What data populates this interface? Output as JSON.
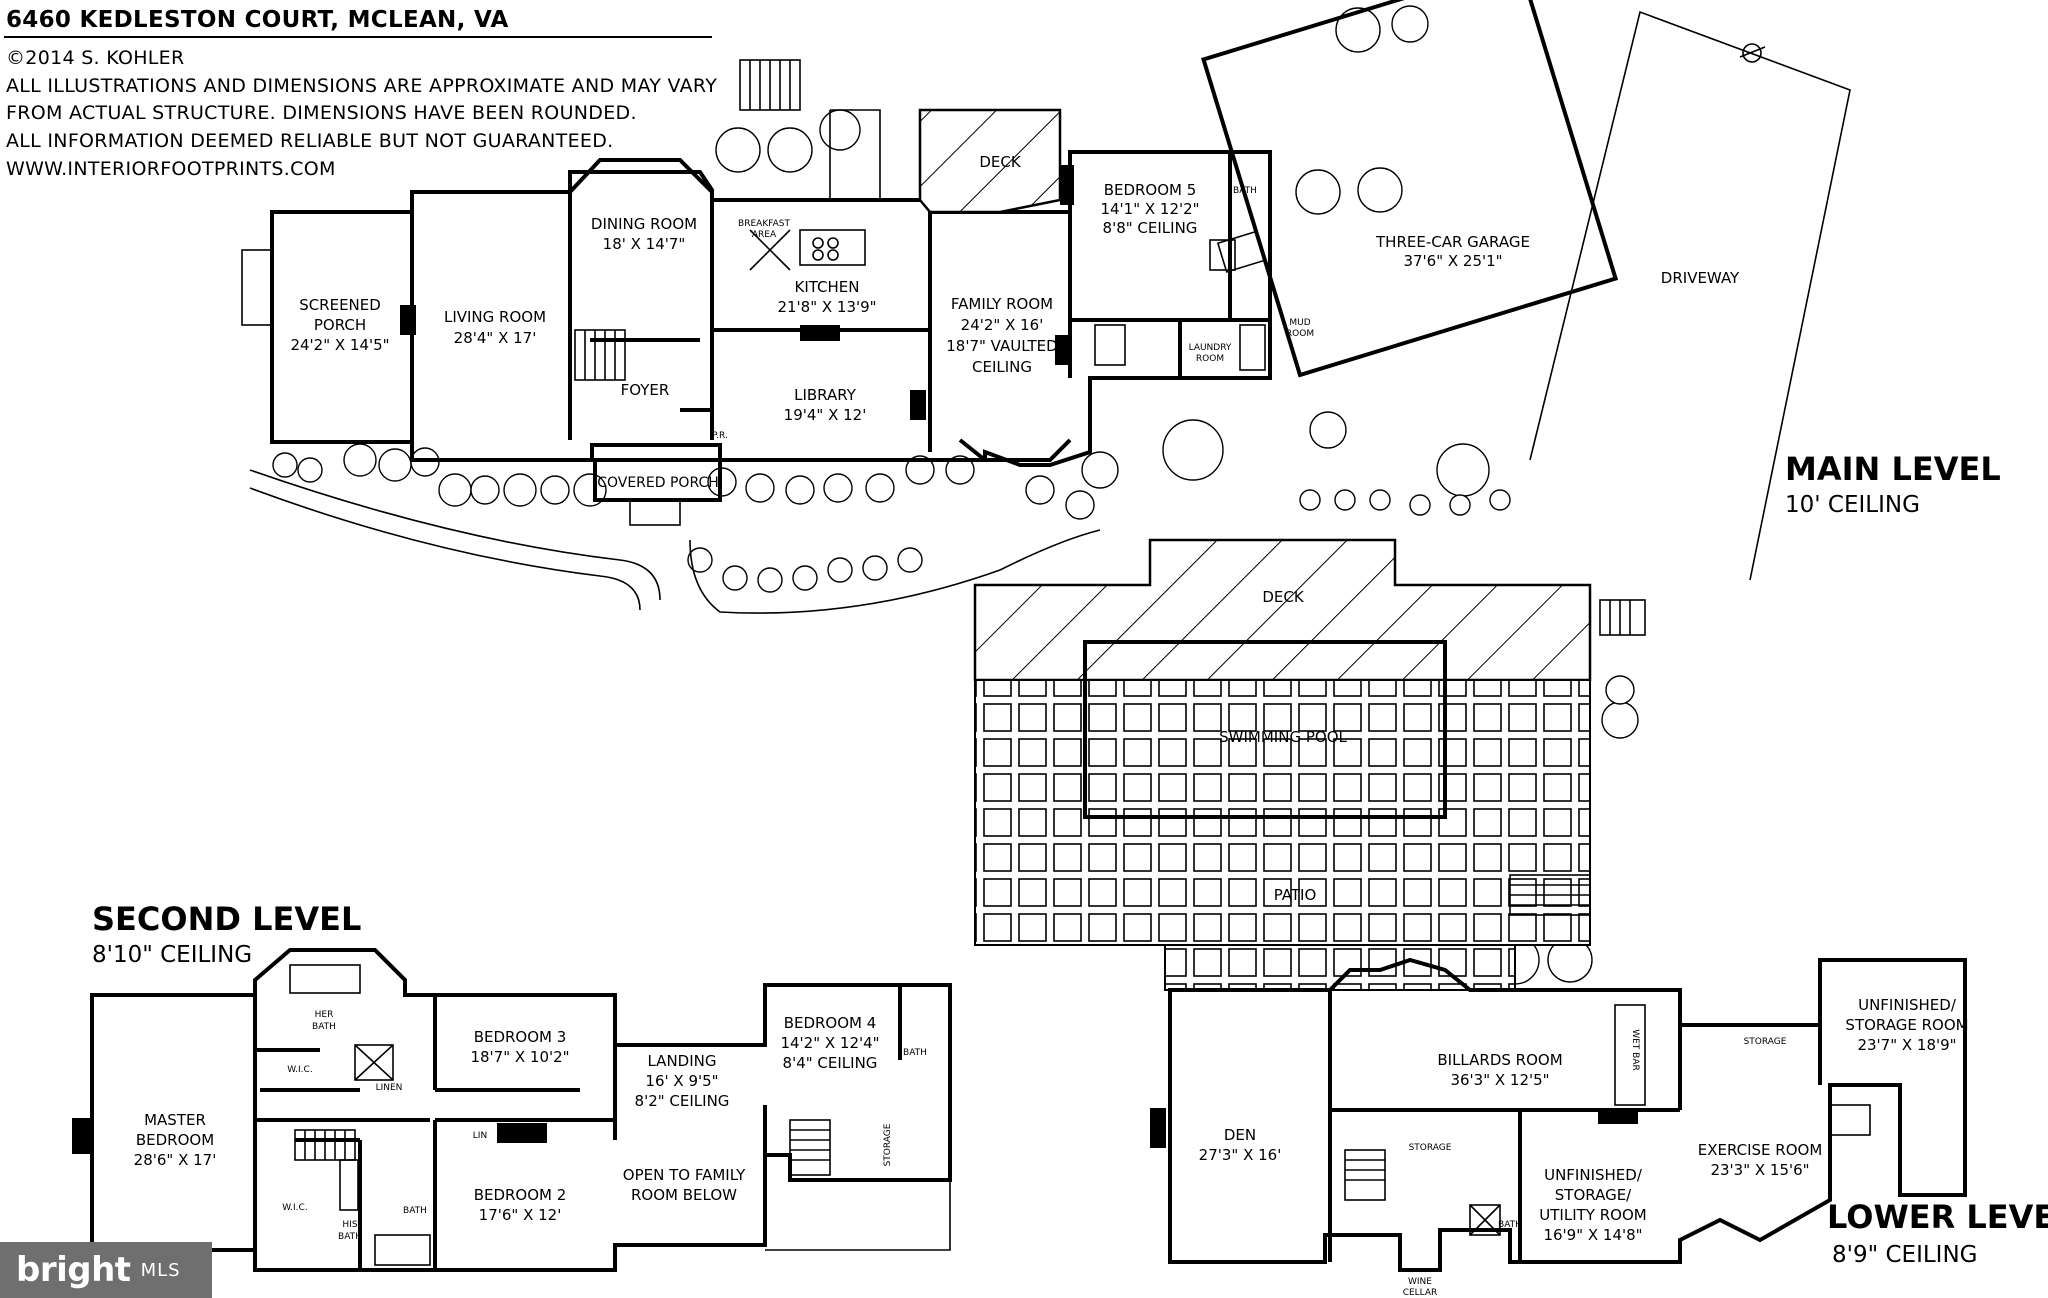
{
  "header": {
    "address": "6460 KEDLESTON COURT, MCLEAN, VA",
    "copyright": "©2014 S. KOHLER",
    "disclaimer_1": "ALL ILLUSTRATIONS AND DIMENSIONS ARE APPROXIMATE AND MAY VARY",
    "disclaimer_2": "FROM ACTUAL STRUCTURE. DIMENSIONS HAVE BEEN ROUNDED.",
    "disclaimer_3": "ALL INFORMATION DEEMED RELIABLE BUT NOT GUARANTEED.",
    "website": "WWW.INTERIORFOOTPRINTS.COM"
  },
  "levels": {
    "main": {
      "title": "MAIN LEVEL",
      "ceiling": "10' CEILING"
    },
    "second": {
      "title": "SECOND LEVEL",
      "ceiling": "8'10\" CEILING"
    },
    "lower": {
      "title": "LOWER LEVEL",
      "ceiling": "8'9\" CEILING"
    }
  },
  "main_rooms": {
    "screened_porch": {
      "name_1": "SCREENED",
      "name_2": "PORCH",
      "dims": "24'2\" X 14'5\""
    },
    "living_room": {
      "name": "LIVING ROOM",
      "dims": "28'4\" X 17'"
    },
    "dining_room": {
      "name": "DINING ROOM",
      "dims": "18' X 14'7\""
    },
    "breakfast_area": {
      "name_1": "BREAKFAST",
      "name_2": "AREA"
    },
    "kitchen": {
      "name": "KITCHEN",
      "dims": "21'8\" X 13'9\""
    },
    "family_room": {
      "name": "FAMILY ROOM",
      "dims": "24'2\" X 16'",
      "note_1": "18'7\" VAULTED",
      "note_2": "CEILING"
    },
    "deck": {
      "name": "DECK"
    },
    "bedroom_5": {
      "name": "BEDROOM 5",
      "dims": "14'1\" X 12'2\"",
      "note": "8'8\" CEILING"
    },
    "bath": {
      "name": "BATH"
    },
    "three_car_garage": {
      "name": "THREE-CAR GARAGE",
      "dims": "37'6\" X 25'1\""
    },
    "driveway": {
      "name": "DRIVEWAY"
    },
    "foyer": {
      "name": "FOYER"
    },
    "library": {
      "name": "LIBRARY",
      "dims": "19'4\" X 12'"
    },
    "covered_porch": {
      "name": "COVERED PORCH"
    },
    "laundry_room": {
      "name_1": "LAUNDRY",
      "name_2": "ROOM"
    },
    "mud_room": {
      "name_1": "MUD",
      "name_2": "ROOM"
    },
    "pr": {
      "name": "P.R."
    }
  },
  "outdoor": {
    "deck": "DECK",
    "swimming_pool": "SWIMMING POOL",
    "patio": "PATIO"
  },
  "second_rooms": {
    "master_bedroom": {
      "name_1": "MASTER",
      "name_2": "BEDROOM",
      "dims": "28'6\" X 17'"
    },
    "her_bath": {
      "name_1": "HER",
      "name_2": "BATH"
    },
    "wic": {
      "name": "W.I.C."
    },
    "linen": {
      "name": "LINEN"
    },
    "bedroom_3": {
      "name": "BEDROOM 3",
      "dims": "18'7\" X 10'2\""
    },
    "landing": {
      "name": "LANDING",
      "dims": "16' X 9'5\"",
      "note": "8'2\" CEILING"
    },
    "bedroom_4": {
      "name": "BEDROOM 4",
      "dims": "14'2\" X 12'4\"",
      "note": "8'4\" CEILING"
    },
    "bedroom_2": {
      "name": "BEDROOM 2",
      "dims": "17'6\" X 12'"
    },
    "open_to_family": {
      "name_1": "OPEN TO FAMILY",
      "name_2": "ROOM BELOW"
    },
    "his_bath": {
      "name_1": "HIS",
      "name_2": "BATH"
    },
    "bath": {
      "name": "BATH"
    },
    "storage": {
      "name": "STORAGE"
    },
    "lin": {
      "name": "LIN"
    }
  },
  "lower_rooms": {
    "den": {
      "name": "DEN",
      "dims": "27'3\" X 16'"
    },
    "billiards": {
      "name": "BILLARDS ROOM",
      "dims": "36'3\" X 12'5\""
    },
    "wet_bar": {
      "name": "WET BAR"
    },
    "storage_label": {
      "name": "STORAGE"
    },
    "unfinished_storage_room": {
      "name_1": "UNFINISHED/",
      "name_2": "STORAGE ROOM",
      "dims": "23'7\" X 18'9\""
    },
    "exercise_room": {
      "name": "EXERCISE ROOM",
      "dims": "23'3\" X 15'6\""
    },
    "utility_room": {
      "name_1": "UNFINISHED/",
      "name_2": "STORAGE/",
      "name_3": "UTILITY ROOM",
      "dims": "16'9\" X 14'8\""
    },
    "storage_small": {
      "name": "STORAGE"
    },
    "bath": {
      "name": "BATH"
    },
    "wine_cellar": {
      "name_1": "WINE",
      "name_2": "CELLAR"
    }
  },
  "watermark": {
    "brand": "bright",
    "suffix": "MLS"
  }
}
